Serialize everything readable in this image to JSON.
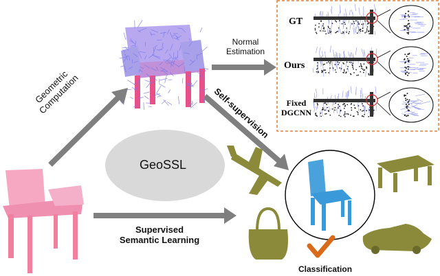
{
  "center_label": "GeoSSL",
  "arrows": {
    "geometric": "Geometric\nComputation",
    "normal": "Normal\nEstimation",
    "self": "Self-supervision",
    "supervised": "Supervised\nSemantic Learning"
  },
  "normal_panel": {
    "rows": [
      {
        "label": "GT"
      },
      {
        "label": "Ours"
      },
      {
        "label": "Fixed\nDGCNN"
      }
    ]
  },
  "classification_label": "Classification",
  "colors": {
    "arrow": "#7f7f7f",
    "ellipse": "#d9d9d9",
    "input_chair": "#f07fa0",
    "normal_chair_points": "#e8508a",
    "normal_chair_normals": "#7a7ae8",
    "blue_chair": "#3a9ad9",
    "olive_objects": "#8a8a3a",
    "panel_border": "#e0803a",
    "checkmark": "#d96a1a",
    "highlight_circle": "#d93030"
  },
  "icons": {
    "input_chair": "pink-chair-point-cloud-icon",
    "normal_chair": "chair-with-normals-icon",
    "airplane": "airplane-point-cloud-icon",
    "table": "table-point-cloud-icon",
    "bag": "bag-point-cloud-icon",
    "car": "car-point-cloud-icon",
    "blue_chair": "blue-chair-point-cloud-icon",
    "checkmark": "checkmark-icon"
  }
}
